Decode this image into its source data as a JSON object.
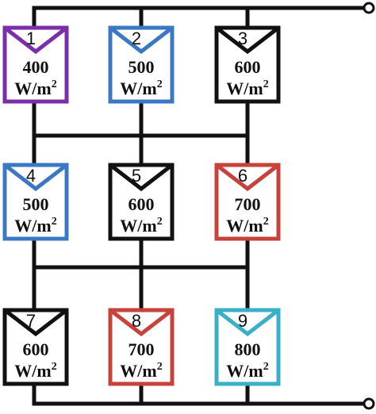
{
  "panels": [
    {
      "id": "1",
      "value": "400",
      "unit": "W/m",
      "exp": "2",
      "color": "#7a2fa8"
    },
    {
      "id": "2",
      "value": "500",
      "unit": "W/m",
      "exp": "2",
      "color": "#3a78c4"
    },
    {
      "id": "3",
      "value": "600",
      "unit": "W/m",
      "exp": "2",
      "color": "#111111"
    },
    {
      "id": "4",
      "value": "500",
      "unit": "W/m",
      "exp": "2",
      "color": "#3a78c4"
    },
    {
      "id": "5",
      "value": "600",
      "unit": "W/m",
      "exp": "2",
      "color": "#111111"
    },
    {
      "id": "6",
      "value": "700",
      "unit": "W/m",
      "exp": "2",
      "color": "#c8423c"
    },
    {
      "id": "7",
      "value": "600",
      "unit": "W/m",
      "exp": "2",
      "color": "#111111"
    },
    {
      "id": "8",
      "value": "700",
      "unit": "W/m",
      "exp": "2",
      "color": "#c8423c"
    },
    {
      "id": "9",
      "value": "800",
      "unit": "W/m",
      "exp": "2",
      "color": "#3ab0c8"
    }
  ],
  "layout": {
    "rows": 3,
    "columns": 3
  }
}
